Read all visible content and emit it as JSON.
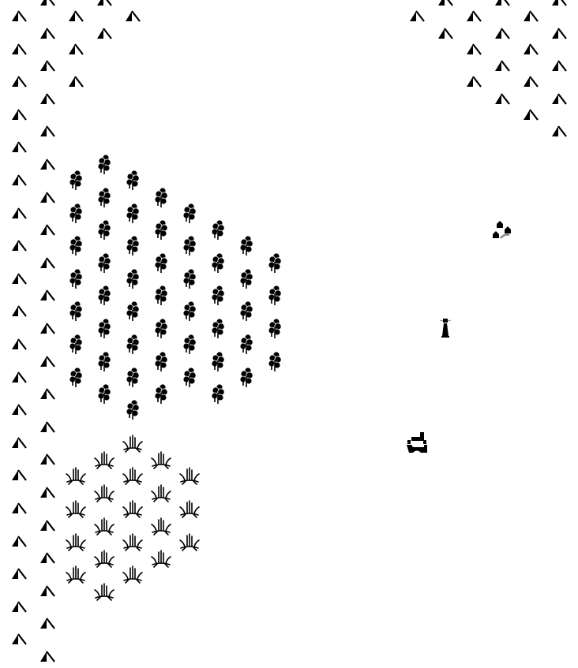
{
  "map": {
    "grid": "hex-flat-columns",
    "colors": {
      "ink": "#000000",
      "shade": "#888888",
      "background": "#ffffff"
    },
    "terrain": [
      {
        "col": 0,
        "type": "mountain",
        "rows": [
          0,
          19
        ]
      },
      {
        "col": 1,
        "type": "mountain",
        "rows": [
          0,
          20
        ]
      },
      {
        "col": 2,
        "type": "mountain",
        "rows": [
          0,
          2
        ]
      },
      {
        "col": 2,
        "type": "forest",
        "rows": [
          5,
          11
        ]
      },
      {
        "col": 2,
        "type": "marsh",
        "rows": [
          14,
          17
        ]
      },
      {
        "col": 3,
        "type": "mountain",
        "rows": [
          0,
          1
        ]
      },
      {
        "col": 3,
        "type": "forest",
        "rows": [
          5,
          12
        ]
      },
      {
        "col": 3,
        "type": "marsh",
        "rows": [
          14,
          18
        ]
      },
      {
        "col": 4,
        "type": "mountain",
        "rows": [
          0,
          0
        ]
      },
      {
        "col": 4,
        "type": "forest",
        "rows": [
          5,
          12
        ]
      },
      {
        "col": 4,
        "type": "marsh",
        "rows": [
          13,
          17
        ]
      },
      {
        "col": 5,
        "type": "forest",
        "rows": [
          6,
          12
        ]
      },
      {
        "col": 5,
        "type": "marsh",
        "rows": [
          14,
          17
        ]
      },
      {
        "col": 6,
        "type": "forest",
        "rows": [
          6,
          11
        ]
      },
      {
        "col": 6,
        "type": "marsh",
        "rows": [
          14,
          16
        ]
      },
      {
        "col": 7,
        "type": "forest",
        "rows": [
          7,
          12
        ]
      },
      {
        "col": 8,
        "type": "forest",
        "rows": [
          7,
          11
        ]
      },
      {
        "col": 9,
        "type": "forest",
        "rows": [
          8,
          11
        ]
      },
      {
        "col": 14,
        "type": "mountain",
        "rows": [
          0,
          0
        ]
      },
      {
        "col": 14,
        "type": "castle",
        "rows": [
          13,
          13
        ]
      },
      {
        "col": 15,
        "type": "mountain",
        "rows": [
          0,
          1
        ]
      },
      {
        "col": 15,
        "type": "tower",
        "rows": [
          10,
          10
        ]
      },
      {
        "col": 16,
        "type": "mountain",
        "rows": [
          0,
          2
        ]
      },
      {
        "col": 17,
        "type": "mountain",
        "rows": [
          0,
          3
        ]
      },
      {
        "col": 17,
        "type": "village",
        "rows": [
          7,
          7
        ]
      },
      {
        "col": 18,
        "type": "mountain",
        "rows": [
          0,
          3
        ]
      },
      {
        "col": 19,
        "type": "mountain",
        "rows": [
          0,
          4
        ]
      }
    ]
  }
}
